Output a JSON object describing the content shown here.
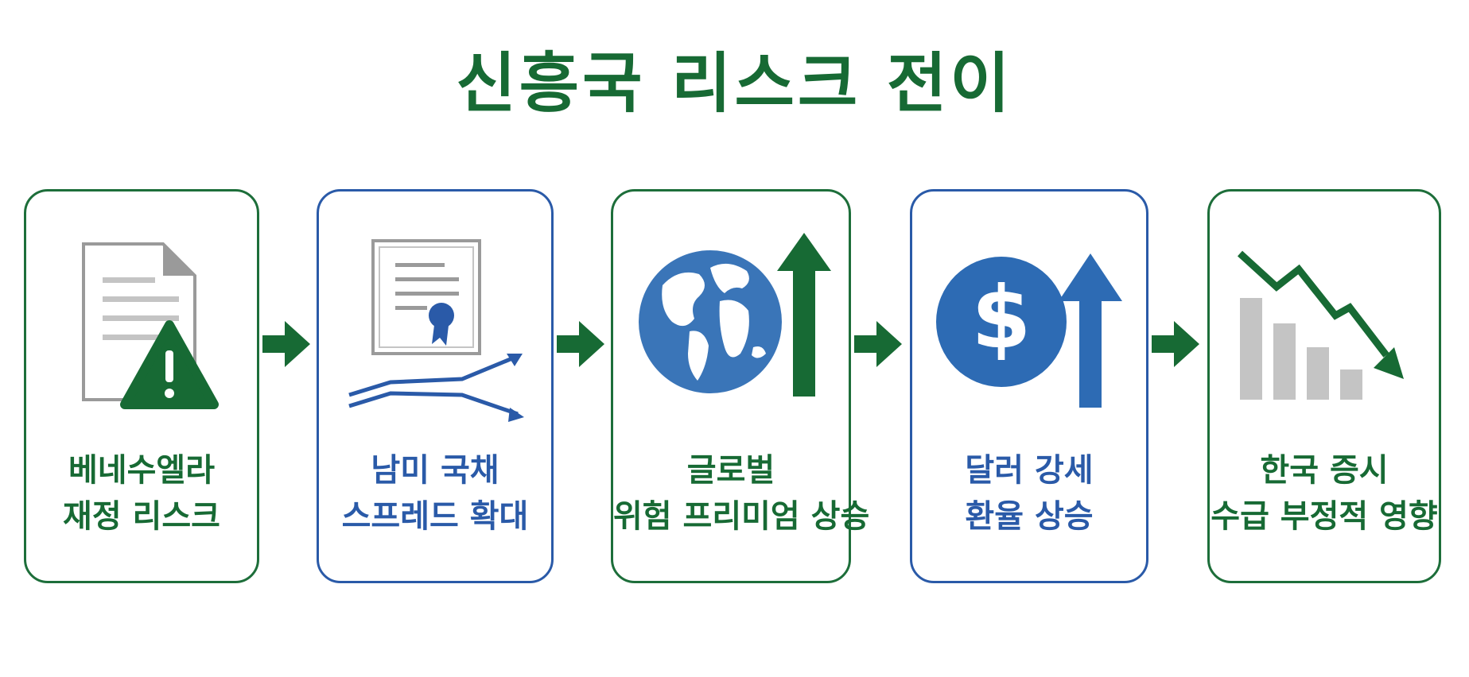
{
  "title": "신흥국 리스크 전이",
  "colors": {
    "green": "#176a34",
    "blue": "#2a5aa8",
    "gray": "#c4c4c4"
  },
  "steps": [
    {
      "icon": "document-warning-icon",
      "lines": [
        "베네수엘라",
        "재정 리스크"
      ],
      "color": "green"
    },
    {
      "icon": "bond-certificate-spread-icon",
      "lines": [
        "남미 국채",
        "스프레드 확대"
      ],
      "color": "blue"
    },
    {
      "icon": "globe-up-arrow-icon",
      "lines": [
        "글로벌",
        "위험 프리미엄 상승"
      ],
      "color": "green"
    },
    {
      "icon": "dollar-up-arrow-icon",
      "lines": [
        "달러 강세",
        "환율 상승"
      ],
      "color": "blue"
    },
    {
      "icon": "declining-bar-chart-icon",
      "lines": [
        "한국 증시",
        "수급 부정적 영향"
      ],
      "color": "green"
    }
  ]
}
